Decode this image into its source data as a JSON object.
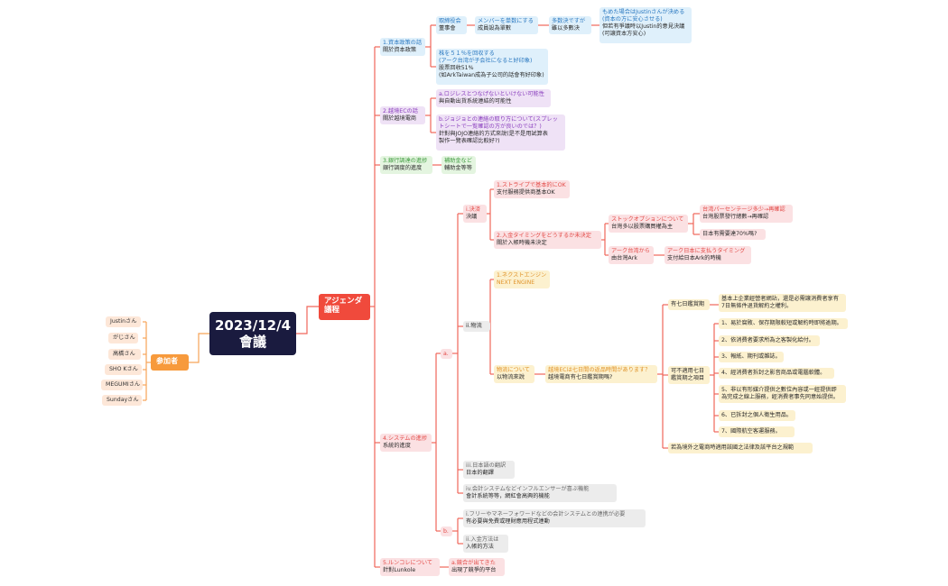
{
  "root": {
    "date": "2023/12/4",
    "title": "會議"
  },
  "agenda": {
    "jp": "アジェンダ",
    "zh": "議程"
  },
  "participants": {
    "label": "参加者",
    "names": [
      "Justinさん",
      "がじさん",
      "高橋さん",
      "SHO Kさん",
      "MEGUMIさん",
      "Sundayさん"
    ]
  },
  "colors": {
    "agenda": "#f04a3c",
    "root": "#1a1b3f",
    "participants": "#f79a3c",
    "wire_red": "#f0665a",
    "wire_orange": "#f7a458",
    "text_blue": "#2a78c0",
    "text_purple": "#8a3fbe",
    "text_green": "#3e9a3e",
    "text_red": "#e34b48",
    "text_orange": "#e0932a"
  },
  "topics": {
    "t1": {
      "l1": "1.資本政策の話",
      "l2": "關於資本政策",
      "board": {
        "l1": "取締役会",
        "l2": "董事會"
      },
      "majority": {
        "l1": "メンバーを単数にする",
        "l2": "成員設為單數"
      },
      "vote": {
        "l1": "多数決ですが",
        "l2": "雖以多數決"
      },
      "justin": {
        "l1": "もめた場合はJustinさんが決める",
        "l2": "(資本の方に安心させる)",
        "l3": "但若有爭議時以Justin的意見決議",
        "l4": "(可讓資本方安心)"
      },
      "stock": {
        "l1": "株を５１％を回収する",
        "l2": "(アーク台湾が子会社になると好印象)",
        "l3": "股票回收51%",
        "l4": "(如ArkTaiwan成為子公司的話會有好印象)"
      }
    },
    "t2": {
      "l1": "2.越境ECの話",
      "l2": "關於越境電商",
      "a": {
        "l1": "a.ロジレスとつなげないといけない可能性",
        "l2": "與自動出貨系統連結的可能性"
      },
      "b": {
        "l1": "b.ジョジョとの連絡の取り方について(スプレッ",
        "l2": "トシートで一覧確認の方が良いのでは？)",
        "l3": "針對與JOJO連絡的方式來說(是不是用試算表",
        "l4": "製作一覽表確認比較好?)"
      }
    },
    "t3": {
      "l1": "3.銀行調達の進捗",
      "l2": "銀行調度的進度",
      "sub": {
        "l1": "補助金など",
        "l2": "輔助金等等"
      }
    },
    "t4": {
      "l1": "4.システムの進捗",
      "l2": "系統的進度",
      "a": "a.",
      "b": "b.",
      "payment": {
        "l1": "i.決済",
        "l2": "決議"
      },
      "stripe": {
        "l1": "1.ストライプで基本的にOK",
        "l2": "支付服務提供商基本OK"
      },
      "timing": {
        "l1": "2.入金タイミングをどうするか未決定",
        "l2": "關於入帳時機未決定"
      },
      "stockopt": {
        "l1": "ストックオプションについて",
        "l2": "台灣多以股票購買權為主"
      },
      "pct": {
        "l1": "台湾パーセンテージ多少→再確認",
        "l2": "台灣股票發行總數→再確認"
      },
      "jp70": {
        "l1": "日本有需要達70%嗎?"
      },
      "arktw": {
        "l1": "アーク台湾から",
        "l2": "由台灣Ark"
      },
      "arkjp": {
        "l1": "アーク日本に支払うタイミング",
        "l2": "支付給日本Ark的時機"
      },
      "logistics": {
        "l1": "ii.物流"
      },
      "nextengine": {
        "l1": "1.ネクストエンジン",
        "l2": "NEXT ENGINE"
      },
      "butsuryu": {
        "l1": "物流について",
        "l2": "以物流來說"
      },
      "seven": {
        "l1": "越境ECは七日間の返品時間があります？",
        "l2": "越境電商有七日鑑賞期嗎?"
      },
      "has7": {
        "l1": "有七日鑑賞期"
      },
      "law": {
        "l1": "基本上企業經營者網站，還是必需讓消費者享有",
        "l2": "7日無條件退貨解約之權利。"
      },
      "notapplicable": {
        "l1": "可不適用七日",
        "l2": "鑑賞期之項目"
      },
      "items": [
        "1、易於腐敗、保存期限較短或解約時即將逾期。",
        "2、依消費者要求所為之客製化給付。",
        "3、報紙、期刊或雜誌。",
        "4、經消費者拆封之影音商品或電腦軟體。",
        "5、非以有形媒介提供之數位內容或一經提供即",
        "為完成之線上服務，經消費者事先同意始提供。",
        "6、已拆封之個人衛生用品。",
        "7、國際航空客運服務。"
      ],
      "overseas": {
        "l1": "若為境外之電商時適用該國之法律及該平台之規範"
      },
      "translation": {
        "l1": "iii.日本語の翻訳",
        "l2": "日本的翻譯"
      },
      "accounting": {
        "l1": "iv.会計システムなどインフルエンサーが喜ぶ機能",
        "l2": "會計系統等等，網紅會高興的機能"
      },
      "freee": {
        "l1": "i.フリーやマネーフォワードなどの会計システムとの連携が必要",
        "l2": "有必要與免費或理財應用程式連動"
      },
      "deposit": {
        "l1": "ii.入金方法は",
        "l2": "入帳的方法"
      }
    },
    "t5": {
      "l1": "5.ルンコレについて",
      "l2": "針對Lunkole",
      "a": {
        "l1": "a.競合が出てきた",
        "l2": "出現了競爭的平台"
      }
    }
  }
}
